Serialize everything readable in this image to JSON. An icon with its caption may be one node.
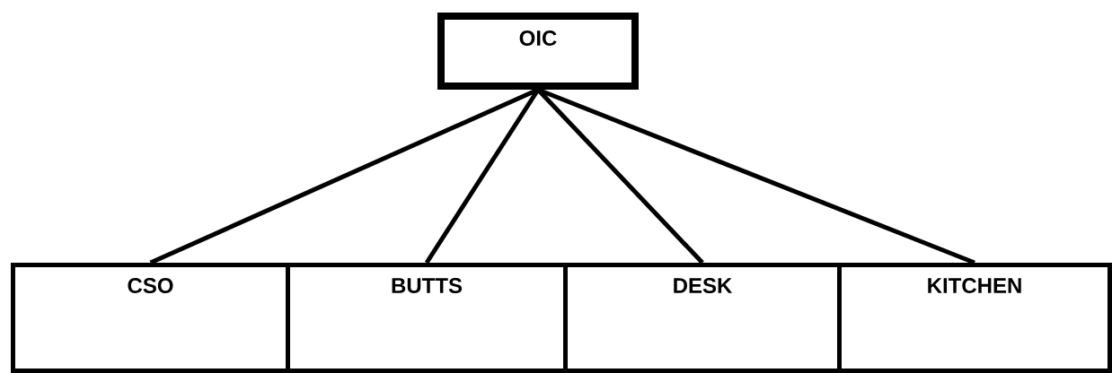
{
  "diagram": {
    "nodes": [
      {
        "text": [
          "OIC"
        ]
      },
      {
        "text": [
          "CSO"
        ]
      },
      {
        "text": [
          "BUTTS"
        ]
      },
      {
        "text": [
          "DESK"
        ]
      },
      {
        "text": [
          "KITCHEN"
        ]
      }
    ],
    "edges": [
      {
        "from": 0,
        "to": 1,
        "arrow": "none"
      },
      {
        "from": 0,
        "to": 2,
        "arrow": "none"
      },
      {
        "from": 0,
        "to": 3,
        "arrow": "none"
      },
      {
        "from": 0,
        "to": 4,
        "arrow": "none"
      }
    ]
  }
}
